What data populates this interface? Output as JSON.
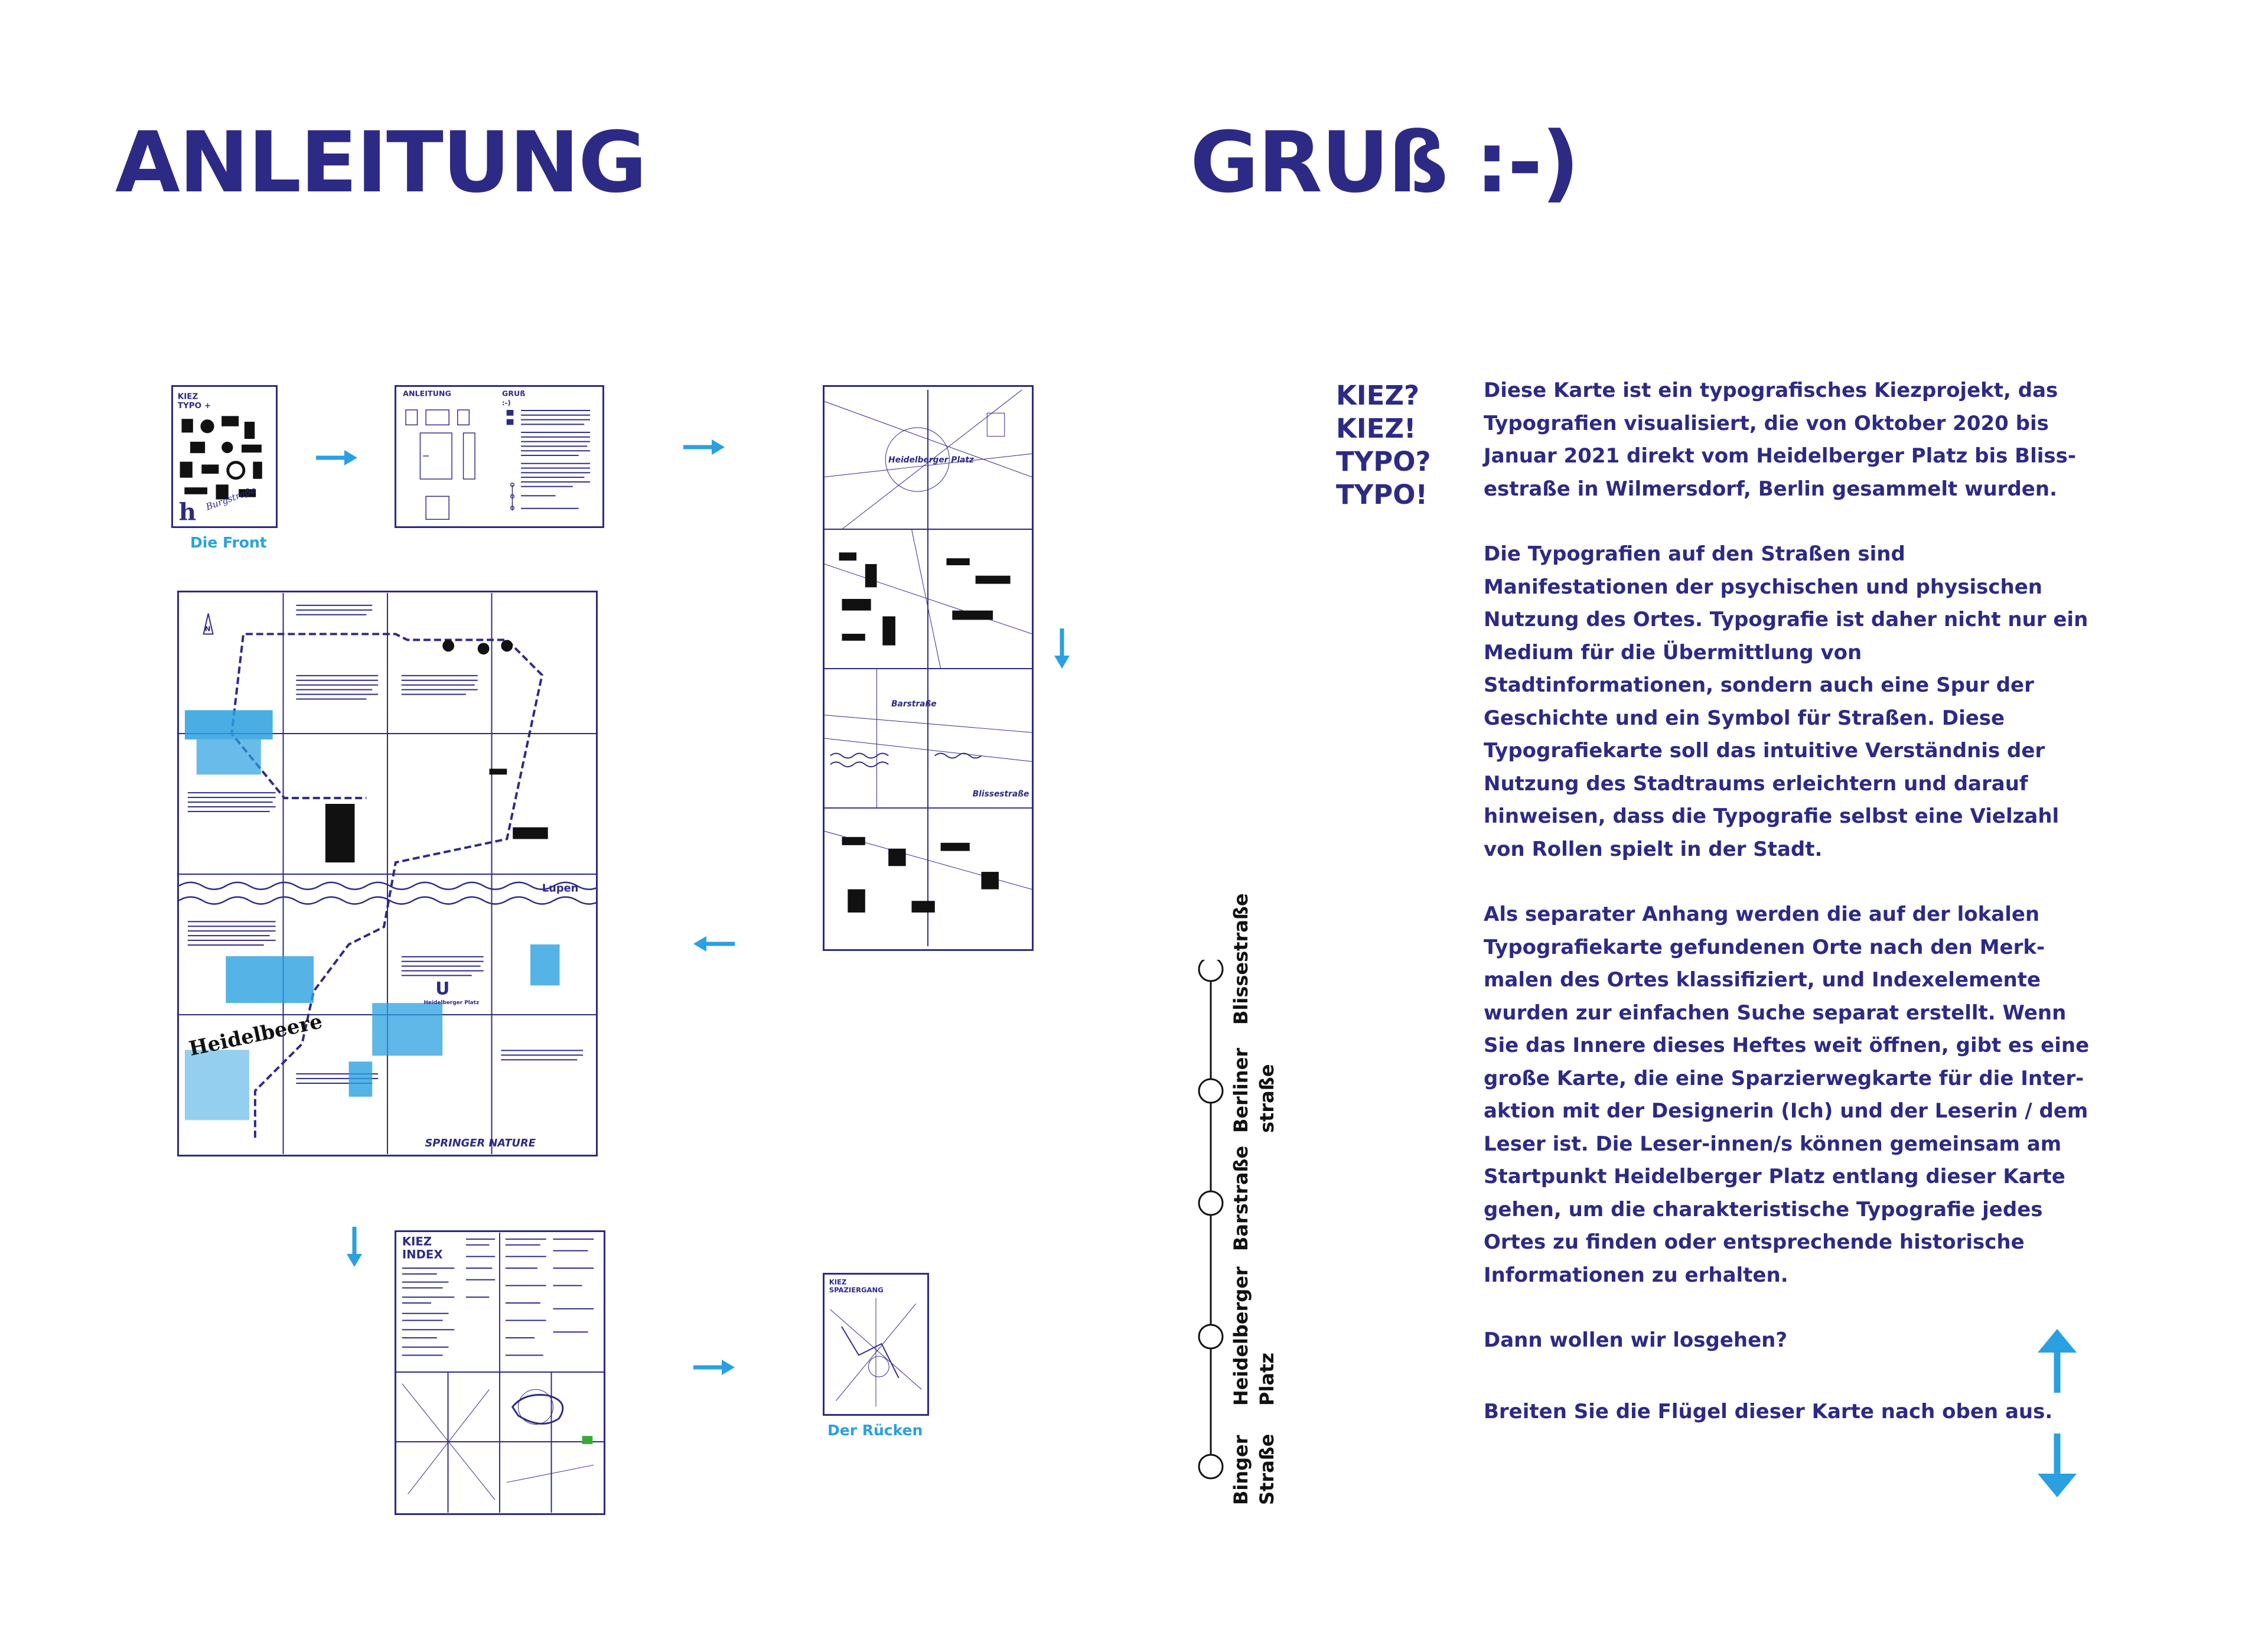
{
  "headings": {
    "left": "ANLEITUNG",
    "right": "GRUß :-)"
  },
  "thumbnails": {
    "front_label": "Die Front",
    "back_label": "Der Rücken",
    "front_title": "KIEZ\nTYPO",
    "anleitung_title": "ANLEITUNG",
    "gruss_title": "GRUß",
    "gruss_sub": ":-)",
    "index_title": "KIEZ\nINDEX",
    "spaziergang_title": "KIEZ\nSPAZIERGANG",
    "map_labels": [
      "Heidelberger Platz",
      "Barstraße",
      "Blissestraße",
      "Heidelbeere",
      "SPRINGER NATURE",
      "Lupen",
      "Heidelberger Platz"
    ]
  },
  "intro": [
    "KIEZ?",
    "KIEZ!",
    "TYPO?",
    "TYPO!"
  ],
  "paragraphs": [
    "Diese Karte ist ein typografisches Kiezprojekt, das Typografien visualisiert, die von Oktober 2020 bis Januar 2021 direkt vom Heidelberger Platz bis Bliss-estraße in Wilmersdorf, Berlin gesammelt wurden.",
    "Die Typografien auf den Straßen sind Manifestationen der psychischen und physischen Nutzung des Ortes. Typografie ist daher nicht nur ein Medium für die Übermittlung von Stadtinformationen, sondern auch eine Spur der Geschichte und ein Symbol für Straßen. Diese Typografiekarte soll das intuitive Verständnis der Nutzung des Stadtraums erleichtern und darauf hinweisen, dass die Typografie selbst eine Vielzahl von Rollen spielt in der Stadt.",
    "Als separater Anhang werden die auf der lokalen Typografiekarte gefundenen Orte nach den Merk-malen des Ortes klassifiziert, und Indexelemente wurden zur einfachen Suche separat erstellt. Wenn Sie das Innere dieses Heftes weit öffnen, gibt es eine große Karte, die eine Sparzierwegkarte für die Inter-aktion mit der Designerin (Ich) und der Leserin / dem Leser  ist. Die Leser-innen/s können gemeinsam am Startpunkt Heidelberger Platz entlang dieser Karte gehen, um die charakteristische Typografie jedes Ortes zu finden oder entsprechende historische Informationen zu erhalten.",
    "Dann wollen wir losgehen?"
  ],
  "closing": "Breiten Sie die Flügel dieser Karte nach oben aus.",
  "route_stops": [
    "Blissestraße",
    "Berliner\nstraße",
    "Barstraße",
    "Heidelberger\nPlatz",
    "Binger\nStraße"
  ],
  "colors": {
    "text": "#2d2a85",
    "accent": "#2aa0e0",
    "stop_text": "#111111"
  },
  "icons": [
    "arrow-right-icon",
    "arrow-down-icon",
    "arrow-left-icon",
    "arrow-up-icon"
  ]
}
